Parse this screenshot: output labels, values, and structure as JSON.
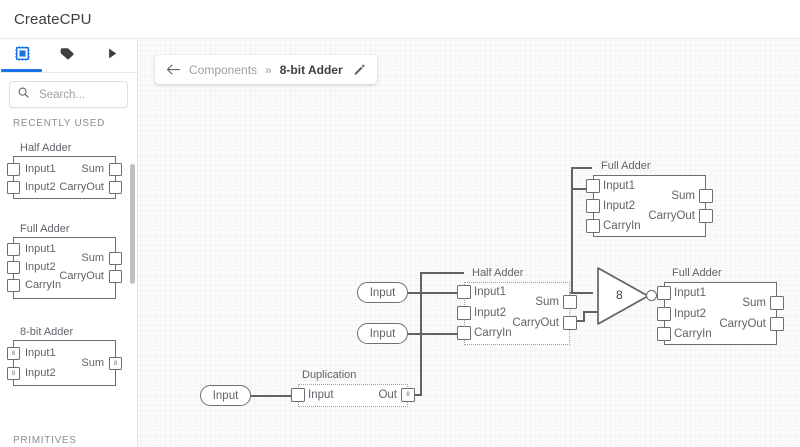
{
  "window": {
    "title": "CreateCPU"
  },
  "sidebar": {
    "tabs": [
      {
        "name": "components-tab",
        "icon": "chip-icon",
        "selected": true
      },
      {
        "name": "tags-tab",
        "icon": "tag-icon",
        "selected": false
      },
      {
        "name": "run-tab",
        "icon": "play-icon",
        "selected": false
      }
    ],
    "search": {
      "placeholder": "Search...",
      "value": "",
      "icon": "search-icon"
    },
    "sections": [
      {
        "label": "RECENTLY USED"
      },
      {
        "label": "PRIMITIVES"
      }
    ],
    "components": [
      {
        "name": "Half Adder",
        "inputs": [
          "Input1",
          "Input2"
        ],
        "outputs": [
          "Sum",
          "CarryOut"
        ],
        "bus_inputs": [
          "",
          ""
        ],
        "bus_outputs": [
          "",
          ""
        ]
      },
      {
        "name": "Full Adder",
        "inputs": [
          "Input1",
          "Input2",
          "CarryIn"
        ],
        "outputs": [
          "Sum",
          "CarryOut"
        ],
        "bus_inputs": [
          "",
          "",
          ""
        ],
        "bus_outputs": [
          "",
          ""
        ]
      },
      {
        "name": "8-bit Adder",
        "inputs": [
          "Input1",
          "Input2"
        ],
        "outputs": [
          "Sum"
        ],
        "bus_inputs": [
          "8",
          "8"
        ],
        "bus_outputs": [
          "8"
        ]
      }
    ]
  },
  "breadcrumb": {
    "back_icon": "arrow-left-icon",
    "root": "Components",
    "separator": "»",
    "current": "8-bit Adder",
    "edit_icon": "pencil-icon"
  },
  "canvas": {
    "nodes": {
      "full_adder_top": {
        "title": "Full Adder",
        "inputs": [
          "Input1",
          "Input2",
          "CarryIn"
        ],
        "outputs": [
          "Sum",
          "CarryOut"
        ]
      },
      "half_adder_mid": {
        "title": "Half Adder",
        "inputs": [
          "Input1",
          "Input2",
          "CarryIn"
        ],
        "outputs": [
          "Sum",
          "CarryOut"
        ],
        "selected": true
      },
      "full_adder_right": {
        "title": "Full Adder",
        "inputs": [
          "Input1",
          "Input2",
          "CarryIn"
        ],
        "outputs": [
          "Sum",
          "CarryOut"
        ]
      },
      "duplication": {
        "title": "Duplication",
        "inputs": [
          "Input"
        ],
        "outputs": [
          "Out"
        ],
        "output_bus": "8",
        "selected": true
      },
      "buffer_gate": {
        "value": "8"
      },
      "input_pills": [
        {
          "label": "Input"
        },
        {
          "label": "Input"
        },
        {
          "label": "Input"
        }
      ]
    }
  },
  "colors": {
    "accent": "#1a73e8",
    "wire": "#5f6368",
    "outline": "#6b6f73",
    "text": "#3c4043",
    "muted": "#9aa0a6",
    "canvas_bg": "#fbfbfb"
  }
}
